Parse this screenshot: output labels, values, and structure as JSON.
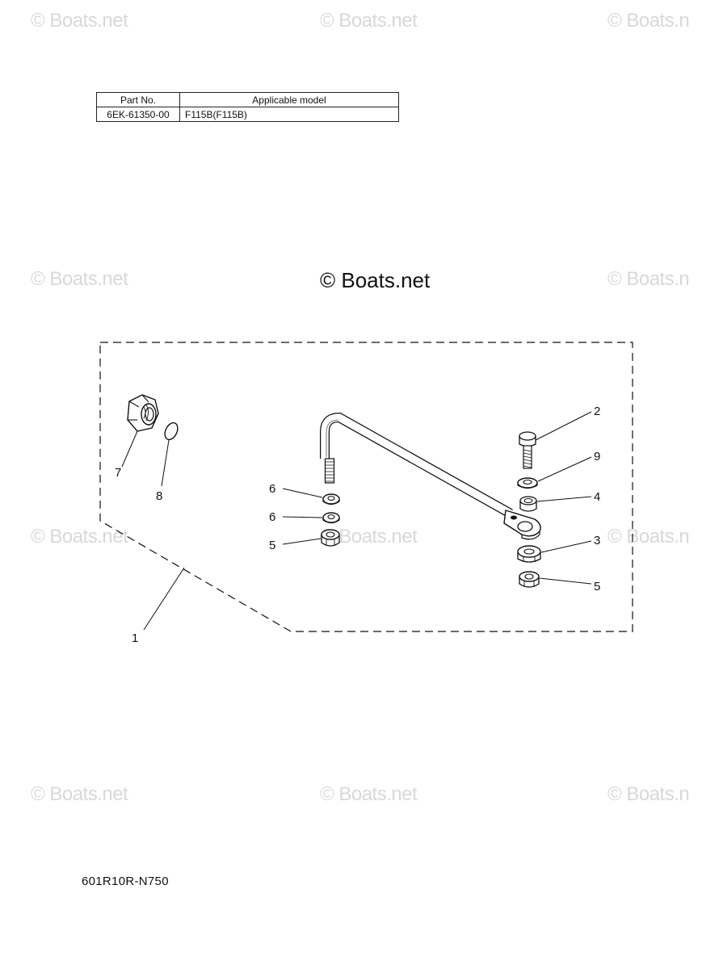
{
  "watermark": {
    "text": "© Boats.net",
    "clipped_text": "© Boats.n",
    "color": "#d8d8d8"
  },
  "center_watermark": {
    "text": "© Boats.net"
  },
  "parts_table": {
    "headers": [
      "Part No.",
      "Applicable model"
    ],
    "rows": [
      [
        "6EK-61350-00",
        "F115B(F115B)"
      ]
    ]
  },
  "callouts": {
    "n1": "1",
    "n2": "2",
    "n3": "3",
    "n4": "4",
    "n5a": "5",
    "n5b": "5",
    "n6a": "6",
    "n6b": "6",
    "n7": "7",
    "n8": "8",
    "n9": "9"
  },
  "diagram_code": "601R10R-N750"
}
